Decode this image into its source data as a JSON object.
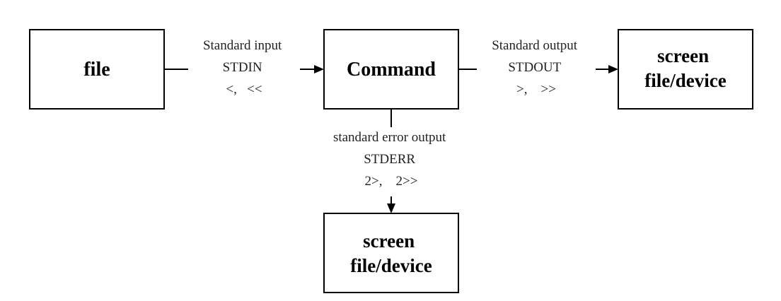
{
  "nodes": {
    "file": {
      "lines": [
        "file"
      ]
    },
    "command": {
      "lines": [
        "Command"
      ]
    },
    "stdout_target": {
      "lines": [
        "screen",
        "file/device"
      ]
    },
    "stderr_target": {
      "lines": [
        "screen",
        "file/device"
      ]
    }
  },
  "edges": {
    "stdin": {
      "lines": [
        "Standard input",
        "STDIN",
        "<,   <<"
      ]
    },
    "stdout": {
      "lines": [
        "Standard output",
        "STDOUT",
        ">,    >>"
      ]
    },
    "stderr": {
      "lines": [
        "standard error output",
        "STDERR",
        "2>,    2>>"
      ]
    }
  }
}
